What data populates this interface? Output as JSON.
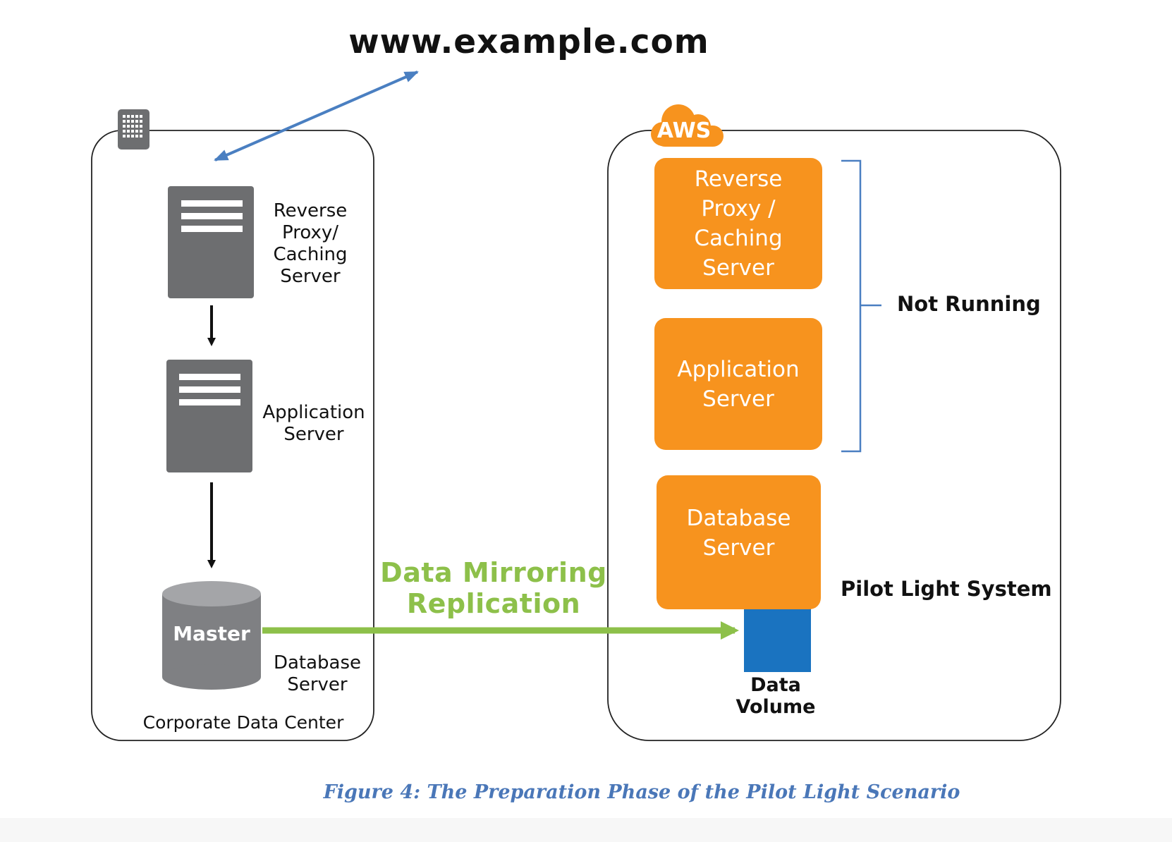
{
  "url_label": "www.example.com",
  "corporate": {
    "label": "Corporate Data Center",
    "reverse_proxy": {
      "lines": [
        "Reverse",
        "Proxy/",
        "Caching",
        "Server"
      ]
    },
    "app_server": {
      "lines": [
        "Application",
        "Server"
      ]
    },
    "database": {
      "master": "Master",
      "lines": [
        "Database",
        "Server"
      ]
    }
  },
  "aws": {
    "badge": "AWS",
    "reverse_proxy": {
      "lines": [
        "Reverse",
        "Proxy /",
        "Caching",
        "Server"
      ]
    },
    "app_server": {
      "lines": [
        "Application",
        "Server"
      ]
    },
    "db_server": {
      "lines": [
        "Database",
        "Server"
      ]
    },
    "not_running": "Not Running",
    "pilot_light": "Pilot Light System",
    "data_volume": {
      "lines": [
        "Data",
        "Volume"
      ]
    }
  },
  "mirroring": {
    "lines": [
      "Data Mirroring",
      "Replication"
    ]
  },
  "caption": "Figure 4: The Preparation Phase of the Pilot Light Scenario",
  "colors": {
    "server_gray": "#6d6e70",
    "orange": "#f7931e",
    "replication_green": "#8dc04a",
    "link_blue": "#4a7fc1",
    "volume_blue": "#1a73c0",
    "caption_blue": "#4a77b8"
  },
  "icons": [
    "building-icon",
    "aws-cloud-icon",
    "server-icon",
    "database-cylinder-icon",
    "data-volume-icon"
  ]
}
